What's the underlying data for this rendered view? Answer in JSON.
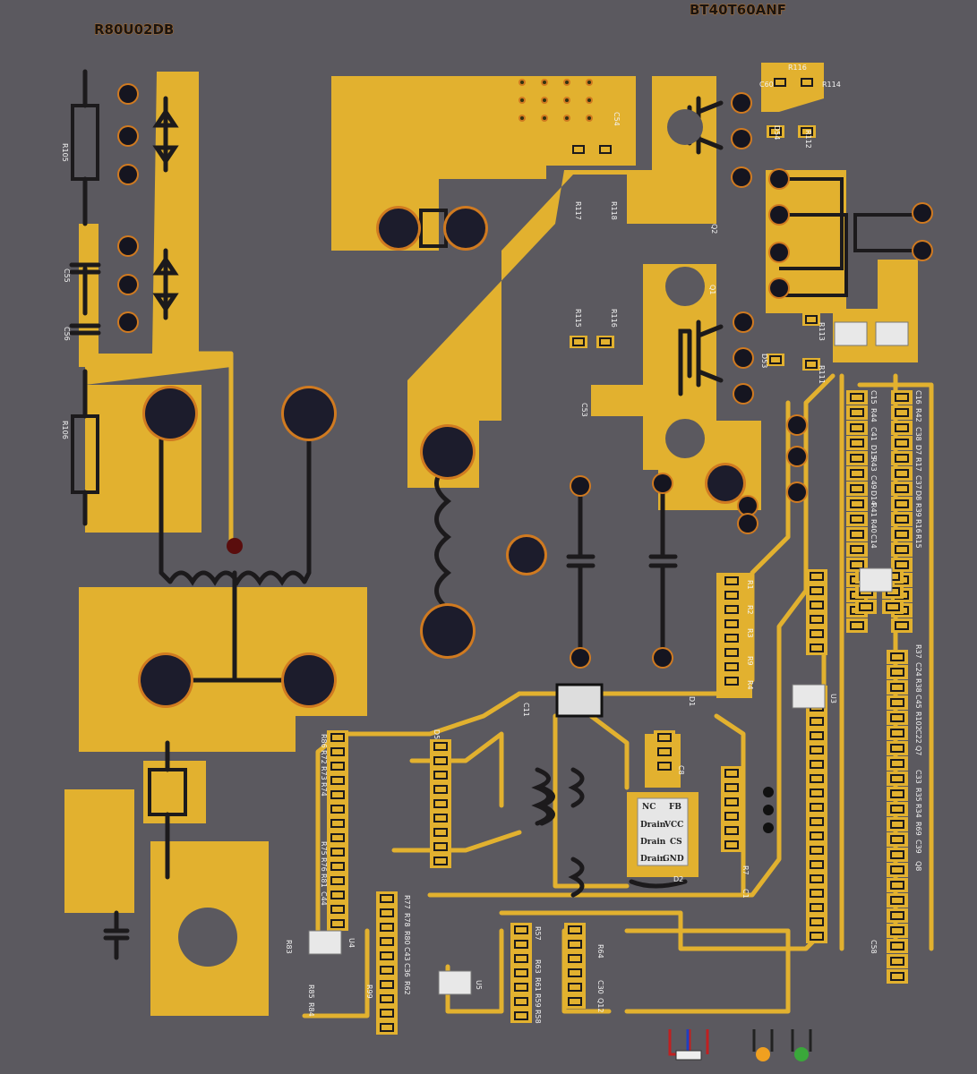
{
  "parts": {
    "bridge": "R80U02DB",
    "igbt": "BT40T60ANF"
  },
  "chip": {
    "pins": [
      "NC",
      "FB",
      "Drain",
      "VCC",
      "Drain",
      "CS",
      "Drain",
      "GND"
    ]
  },
  "labels": {
    "r105": "R105",
    "c55": "C55",
    "c56": "C56",
    "r106": "R106",
    "c54": "C54",
    "r117": "R117",
    "r118": "R118",
    "q2": "Q2",
    "q1": "Q1",
    "r115": "R115",
    "r116b": "R116",
    "c53": "C53",
    "r116": "R116",
    "r114": "R114",
    "c60": "C60",
    "d54": "D54",
    "r112": "R112",
    "r113a": "R113",
    "r111": "R111",
    "d53": "D53",
    "r1": "R1",
    "r2": "R2",
    "r3": "R3",
    "r9": "R9",
    "r4": "R4",
    "d1": "D1",
    "c11": "C11",
    "d2": "D2",
    "c1": "C1",
    "r7": "R7",
    "u3": "U3",
    "u4": "U4",
    "u5": "U5",
    "d5": "D5",
    "c8": "C8",
    "c16": "C16",
    "r42": "R42",
    "c38": "C38",
    "d7": "D7",
    "r17": "R17",
    "c37": "C37",
    "d8": "D8",
    "r39": "R39",
    "r16": "R16",
    "r15": "R15",
    "c15": "C15",
    "r44": "R44",
    "c41": "C41",
    "d15": "D15",
    "r43": "R43",
    "c49": "C49",
    "d14": "D14",
    "r41": "R41",
    "r40": "R40",
    "c14": "C14",
    "r37": "R37",
    "c24": "C24",
    "r38": "R38",
    "c45": "C45",
    "r102": "R102",
    "c22": "C22",
    "q7": "Q7",
    "c33": "C33",
    "r35": "R35",
    "r34": "R34",
    "r69": "R69",
    "c39": "C39",
    "q8": "Q8",
    "c58": "C58",
    "r86": "R86",
    "r72": "R72",
    "r73": "R73",
    "r74": "R74",
    "r75": "R75",
    "r76": "R76",
    "r81": "R81",
    "c44": "C44",
    "r83": "R83",
    "r84": "R84",
    "r85": "R85",
    "r77": "R77",
    "r78": "R78",
    "r80": "R80",
    "c43": "C43",
    "c36": "C36",
    "r62": "R62",
    "r63": "R63",
    "r57": "R57",
    "r61": "R61",
    "r59": "R59",
    "r58": "R58",
    "r64": "R64",
    "c30": "C30",
    "q12": "Q12",
    "r99": "R99"
  },
  "colors": {
    "board": "#5b595f",
    "copper": "#e2b12f",
    "silk": "#1c1a1c",
    "led_orange": "#f0a020",
    "led_green": "#3aa83a"
  },
  "icons": [
    "connector-icon",
    "led-orange-icon",
    "led-green-icon"
  ]
}
